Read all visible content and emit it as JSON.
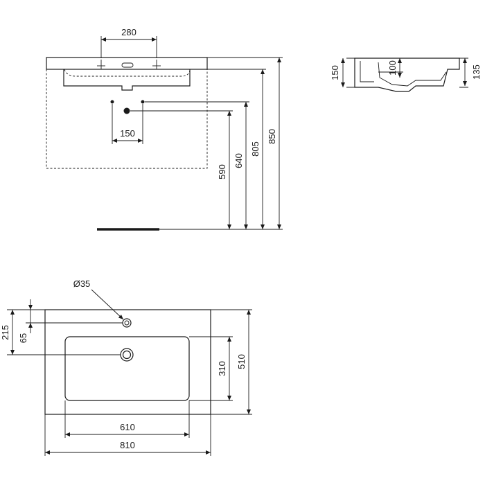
{
  "drawing": {
    "labels": {
      "tap_hole_spacing": "280",
      "waste_offset": "150",
      "height_590": "590",
      "height_640": "640",
      "height_805": "805",
      "height_850": "850",
      "side_height_150": "150",
      "side_depth_100": "100",
      "side_height_135": "135",
      "tap_hole_diameter": "Ø35",
      "tap_hole_offset_215": "215",
      "tap_hole_offset_65": "65",
      "bowl_depth_310": "310",
      "overall_depth_510": "510",
      "bowl_width_610": "610",
      "overall_width_810": "810"
    }
  }
}
